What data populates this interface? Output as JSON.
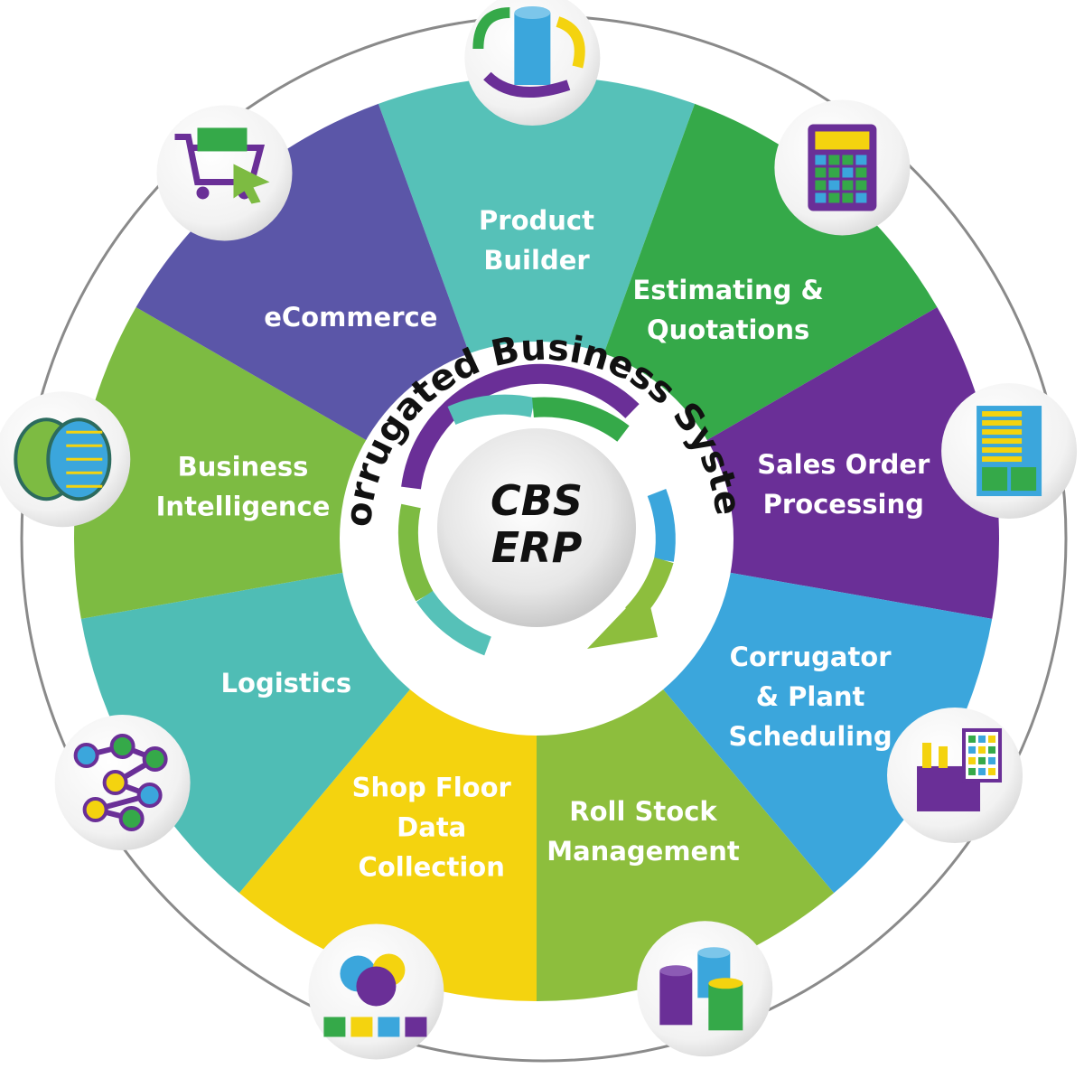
{
  "center": {
    "line1": "CBS",
    "line2": "ERP",
    "ring_title": "Corrugated Business System"
  },
  "segments": [
    {
      "id": "product-builder",
      "lines": [
        "Product",
        "Builder"
      ],
      "color": "#56C1B8",
      "icon": "rolls-cycle-icon"
    },
    {
      "id": "estimating-quotations",
      "lines": [
        "Estimating &",
        "Quotations"
      ],
      "color": "#35A949",
      "icon": "calculator-icon"
    },
    {
      "id": "sales-order-processing",
      "lines": [
        "Sales Order",
        "Processing"
      ],
      "color": "#6A2F97",
      "icon": "document-icon"
    },
    {
      "id": "corrugator-plant-scheduling",
      "lines": [
        "Corrugator",
        "& Plant",
        "Scheduling"
      ],
      "color": "#3BA6DC",
      "icon": "factory-schedule-icon"
    },
    {
      "id": "roll-stock-management",
      "lines": [
        "Roll Stock",
        "Management"
      ],
      "color": "#8DBE3D",
      "icon": "roll-stock-icon"
    },
    {
      "id": "shop-floor-data-collection",
      "lines": [
        "Shop Floor",
        "Data",
        "Collection"
      ],
      "color": "#F4D30F",
      "icon": "data-cubes-icon"
    },
    {
      "id": "logistics",
      "lines": [
        "Logistics"
      ],
      "color": "#4FBDB5",
      "icon": "network-icon"
    },
    {
      "id": "business-intelligence",
      "lines": [
        "Business",
        "Intelligence"
      ],
      "color": "#7DBB42",
      "icon": "brain-icon"
    },
    {
      "id": "ecommerce",
      "lines": [
        "eCommerce"
      ],
      "color": "#5B56A8",
      "icon": "shopping-cart-icon"
    }
  ],
  "colors": {
    "outer_ring": "#888888",
    "tab": "#6f6f6f",
    "hub_gray": "#dcdcdc",
    "arrow_purple": "#6A2F97",
    "arrow_blue": "#3BA6DC",
    "arrow_green": "#8DBE3D",
    "arrow_teal": "#56C1B8"
  }
}
